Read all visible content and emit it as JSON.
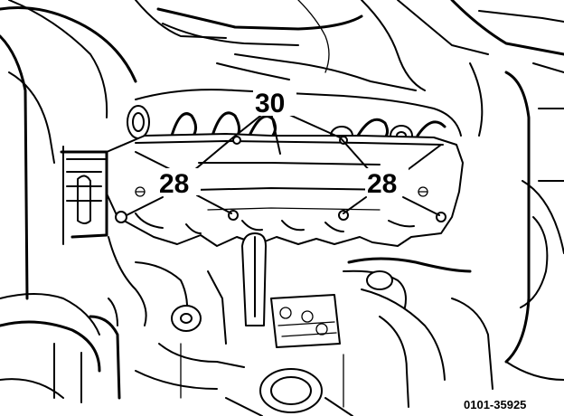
{
  "figure": {
    "callouts": {
      "top": "30",
      "left": "28",
      "right": "28"
    },
    "reference_number": "0101-35925"
  }
}
